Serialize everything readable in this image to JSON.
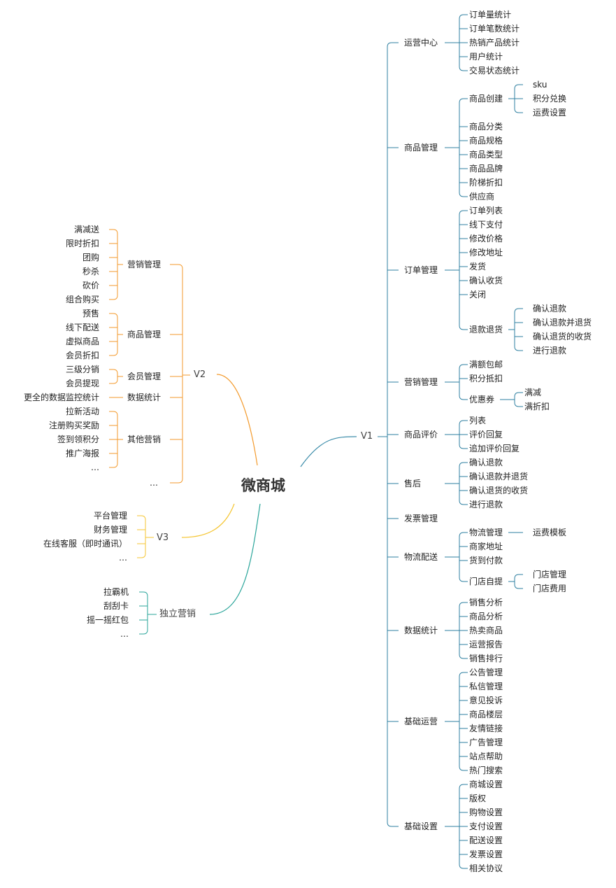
{
  "root": "微商城",
  "colors": {
    "v1": "#3d8daa",
    "v2": "#f39a2c",
    "v3": "#f5c530",
    "indep": "#2aa59a",
    "leaf_v1": "#2e7fa0"
  },
  "v1": {
    "label": "V1",
    "children": [
      {
        "label": "运营中心",
        "children": [
          {
            "label": "订单量统计"
          },
          {
            "label": "订单笔数统计"
          },
          {
            "label": "热销产品统计"
          },
          {
            "label": "用户统计"
          },
          {
            "label": "交易状态统计"
          }
        ]
      },
      {
        "label": "商品管理",
        "children": [
          {
            "label": "商品创建",
            "children": [
              {
                "label": "sku"
              },
              {
                "label": "积分兑换"
              },
              {
                "label": "运费设置"
              }
            ]
          },
          {
            "label": "商品分类"
          },
          {
            "label": "商品规格"
          },
          {
            "label": "商品类型"
          },
          {
            "label": "商品品牌"
          },
          {
            "label": "阶梯折扣"
          },
          {
            "label": "供应商"
          }
        ]
      },
      {
        "label": "订单管理",
        "children": [
          {
            "label": "订单列表"
          },
          {
            "label": "线下支付"
          },
          {
            "label": "修改价格"
          },
          {
            "label": "修改地址"
          },
          {
            "label": "发货"
          },
          {
            "label": "确认收货"
          },
          {
            "label": "关闭"
          },
          {
            "label": "退款退货",
            "children": [
              {
                "label": "确认退款"
              },
              {
                "label": "确认退款并退货"
              },
              {
                "label": "确认退货的收货"
              },
              {
                "label": "进行退款"
              }
            ]
          }
        ]
      },
      {
        "label": "营销管理",
        "children": [
          {
            "label": "满额包邮"
          },
          {
            "label": "积分抵扣"
          },
          {
            "label": "优惠券",
            "children": [
              {
                "label": "满减"
              },
              {
                "label": "满折扣"
              }
            ]
          }
        ]
      },
      {
        "label": "商品评价",
        "children": [
          {
            "label": "列表"
          },
          {
            "label": "评价回复"
          },
          {
            "label": "追加评价回复"
          }
        ]
      },
      {
        "label": "售后",
        "children": [
          {
            "label": "确认退款"
          },
          {
            "label": "确认退款并退货"
          },
          {
            "label": "确认退货的收货"
          },
          {
            "label": "进行退款"
          }
        ]
      },
      {
        "label": "发票管理"
      },
      {
        "label": "物流配送",
        "children": [
          {
            "label": "物流管理",
            "children": [
              {
                "label": "运费模板"
              }
            ]
          },
          {
            "label": "商家地址"
          },
          {
            "label": "货到付款"
          },
          {
            "label": "门店自提",
            "children": [
              {
                "label": "门店管理"
              },
              {
                "label": "门店费用"
              }
            ]
          }
        ]
      },
      {
        "label": "数据统计",
        "children": [
          {
            "label": "销售分析"
          },
          {
            "label": "商品分析"
          },
          {
            "label": "热卖商品"
          },
          {
            "label": "运营报告"
          },
          {
            "label": "销售排行"
          }
        ]
      },
      {
        "label": "基础运营",
        "children": [
          {
            "label": "公告管理"
          },
          {
            "label": "私信管理"
          },
          {
            "label": "意见投诉"
          },
          {
            "label": "商品楼层"
          },
          {
            "label": "友情链接"
          },
          {
            "label": "广告管理"
          },
          {
            "label": "站点帮助"
          },
          {
            "label": "热门搜索"
          }
        ]
      },
      {
        "label": "基础设置",
        "children": [
          {
            "label": "商城设置"
          },
          {
            "label": "版权"
          },
          {
            "label": "购物设置"
          },
          {
            "label": "支付设置"
          },
          {
            "label": "配送设置"
          },
          {
            "label": "发票设置"
          },
          {
            "label": "相关协议"
          }
        ]
      }
    ]
  },
  "v2": {
    "label": "V2",
    "children": [
      {
        "label": "营销管理",
        "children": [
          {
            "label": "满减送"
          },
          {
            "label": "限时折扣"
          },
          {
            "label": "团购"
          },
          {
            "label": "秒杀"
          },
          {
            "label": "砍价"
          },
          {
            "label": "组合购买"
          }
        ]
      },
      {
        "label": "商品管理",
        "children": [
          {
            "label": "预售"
          },
          {
            "label": "线下配送"
          },
          {
            "label": "虚拟商品"
          },
          {
            "label": "会员折扣"
          }
        ]
      },
      {
        "label": "会员管理",
        "children": [
          {
            "label": "三级分销"
          },
          {
            "label": "会员提现"
          }
        ]
      },
      {
        "label": "数据统计",
        "children": [
          {
            "label": "更全的数据监控统计"
          }
        ]
      },
      {
        "label": "其他营销",
        "children": [
          {
            "label": "拉新活动"
          },
          {
            "label": "注册购买奖励"
          },
          {
            "label": "签到领积分"
          },
          {
            "label": "推广海报"
          },
          {
            "label": "…"
          }
        ]
      },
      {
        "label": "…"
      }
    ]
  },
  "v3": {
    "label": "V3",
    "children": [
      {
        "label": "平台管理"
      },
      {
        "label": "财务管理"
      },
      {
        "label": "在线客服（即时通讯）"
      },
      {
        "label": "…"
      }
    ]
  },
  "indep": {
    "label": "独立营销",
    "children": [
      {
        "label": "拉霸机"
      },
      {
        "label": "刮刮卡"
      },
      {
        "label": "摇一摇红包"
      },
      {
        "label": "…"
      }
    ]
  }
}
